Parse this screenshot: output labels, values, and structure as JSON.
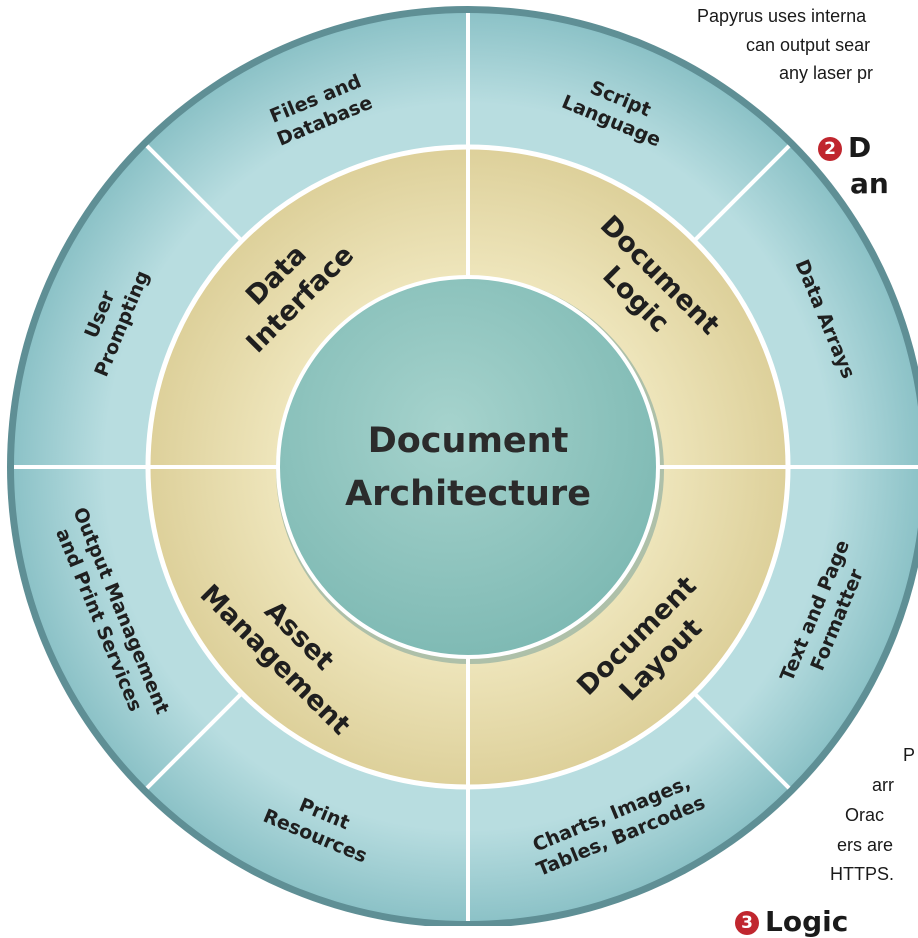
{
  "center": {
    "lines": [
      "Document",
      "Architecture"
    ]
  },
  "middle_ring": [
    {
      "lines": [
        "Data",
        "Interface"
      ]
    },
    {
      "lines": [
        "Document",
        "Logic"
      ]
    },
    {
      "lines": [
        "Document",
        "Layout"
      ]
    },
    {
      "lines": [
        "Asset",
        "Management"
      ]
    }
  ],
  "outer_ring": [
    {
      "lines": [
        "Files and",
        "Database"
      ]
    },
    {
      "lines": [
        "Script",
        "Language"
      ]
    },
    {
      "lines": [
        "Data Arrays"
      ]
    },
    {
      "lines": [
        "Text and Page",
        "Formatter"
      ]
    },
    {
      "lines": [
        "Charts, Images,",
        "Tables, Barcodes"
      ]
    },
    {
      "lines": [
        "Print",
        "Resources"
      ]
    },
    {
      "lines": [
        "Output Management",
        "and Print Services"
      ]
    },
    {
      "lines": [
        "User",
        "Prompting"
      ]
    }
  ],
  "background_text": {
    "top_lines": [
      "Papyrus uses interna",
      "can output sear",
      "any laser pr"
    ],
    "section2_number": "2",
    "section2_heading": [
      "D",
      "an"
    ],
    "right_lines": [
      "P",
      "arr",
      "Orac",
      "ers are",
      "HTTPS."
    ],
    "section3_number": "3",
    "section3_heading": "Logic"
  },
  "colors": {
    "outer_ring": "#a9d4d8",
    "middle_ring": "#e7dba8",
    "center": "#8fc5bf",
    "divider": "#ffffff",
    "rim": "#6f9ea3",
    "text": "#1a1a1a",
    "badge": "#c0262e"
  }
}
